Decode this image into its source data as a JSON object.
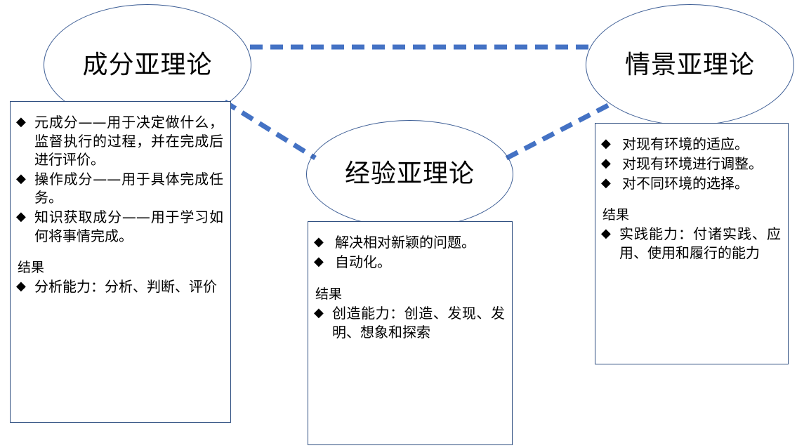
{
  "diagram": {
    "nodes": [
      {
        "id": "component",
        "label": "成分亚理论"
      },
      {
        "id": "context",
        "label": "情景亚理论"
      },
      {
        "id": "experience",
        "label": "经验亚理论"
      }
    ],
    "connector_color": "#4472C4",
    "node_border_color": "#3B5C94",
    "box_border_color": "#2E4E80",
    "bullet_glyph": "◆",
    "connectors": [
      {
        "from": "component",
        "to": "context",
        "style": "dashed"
      },
      {
        "from": "component",
        "to": "experience",
        "style": "dashed"
      },
      {
        "from": "context",
        "to": "experience",
        "style": "dashed"
      }
    ]
  },
  "boxes": {
    "component": {
      "bullets": [
        "元成分——用于决定做什么，监督执行的过程，并在完成后进行评价。",
        "操作成分——用于具体完成任务。",
        "知识获取成分——用于学习如何将事情完成。"
      ],
      "result_heading": "结果",
      "result_bullets": [
        "分析能力：分析、判断、评价"
      ]
    },
    "experience": {
      "bullets": [
        "解决相对新颖的问题。",
        "自动化。"
      ],
      "result_heading": "结果",
      "result_bullets": [
        "创造能力：创造、发现、发明、想象和探索"
      ]
    },
    "context": {
      "bullets": [
        "对现有环境的适应。",
        "对现有环境进行调整。",
        "对不同环境的选择。"
      ],
      "result_heading": "结果",
      "result_bullets": [
        "实践能力：付诸实践、应用、使用和履行的能力"
      ]
    }
  }
}
